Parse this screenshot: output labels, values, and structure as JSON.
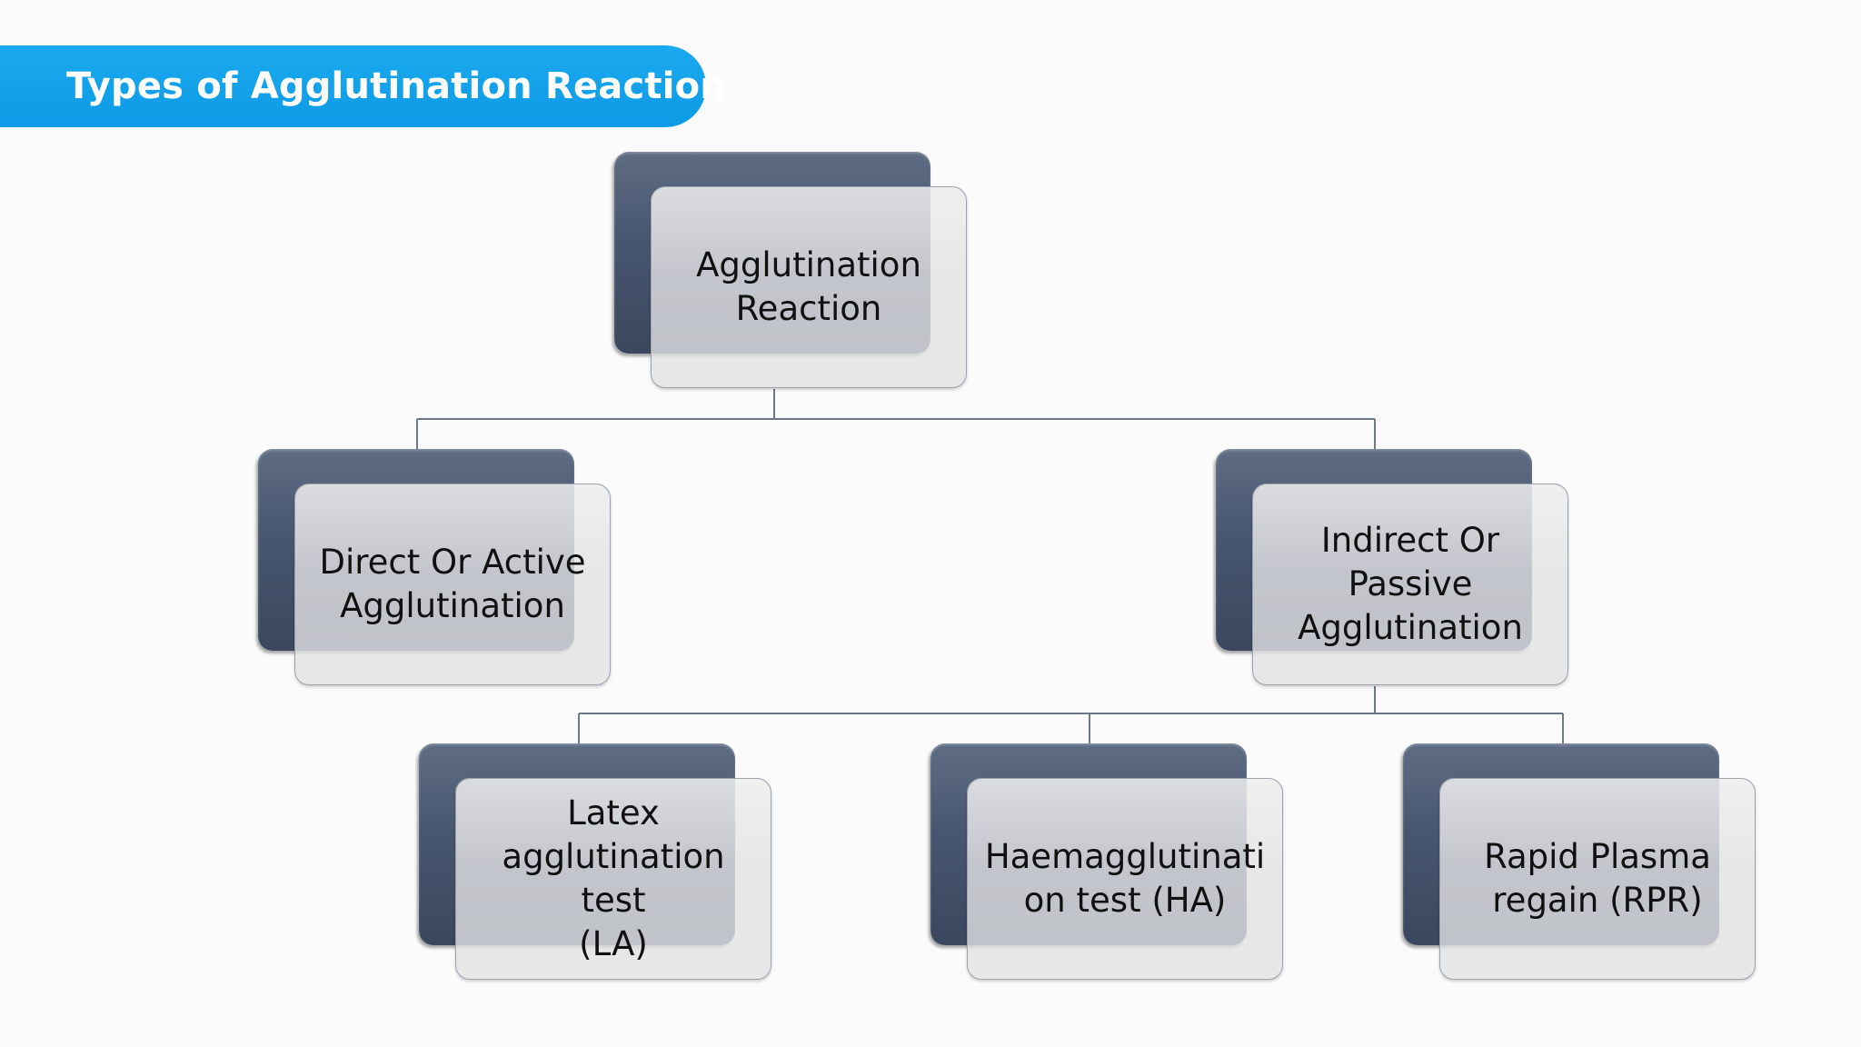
{
  "slide": {
    "title": "Types of Agglutination Reaction",
    "banner_color": "#0f9de8"
  },
  "diagram": {
    "root": {
      "label": "Agglutination\nReaction"
    },
    "level1": [
      {
        "label": "Direct Or Active\nAgglutination"
      },
      {
        "label": "Indirect Or\nPassive\nAgglutination"
      }
    ],
    "level2": [
      {
        "label": "Latex\nagglutination test\n(LA)"
      },
      {
        "label": "Haemagglutinati\non test (HA)"
      },
      {
        "label": "Rapid Plasma\nregain (RPR)"
      }
    ],
    "colors": {
      "box_back": "#4a5870",
      "box_front": "#e2e2e4",
      "connector": "#6e7785"
    }
  }
}
